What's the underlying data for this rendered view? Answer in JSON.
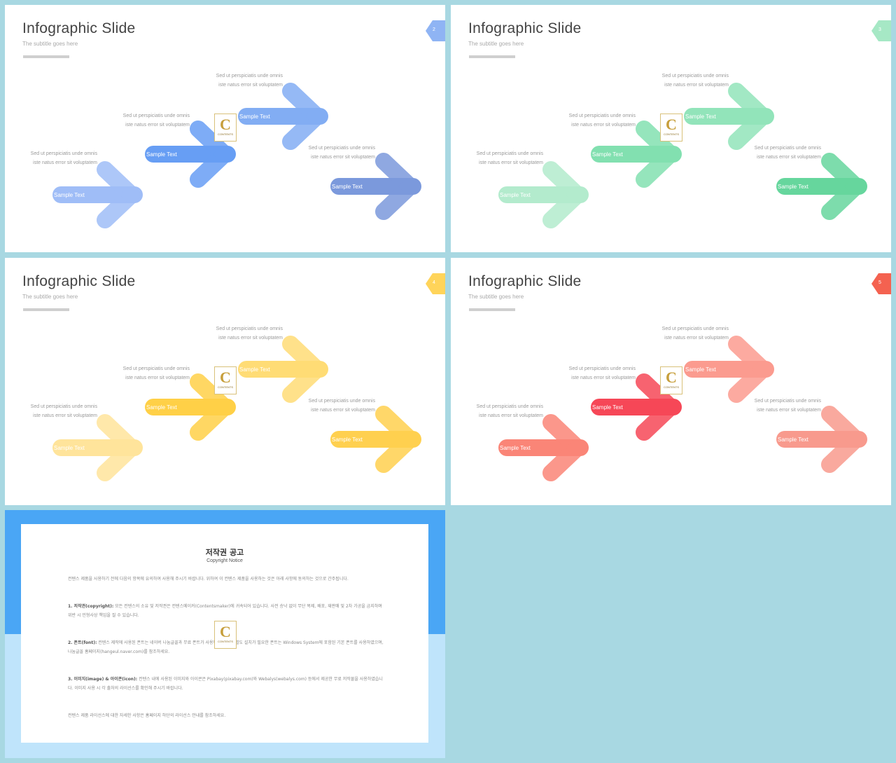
{
  "slides": [
    {
      "title": "Infographic Slide",
      "subtitle": "The subtitle goes here",
      "page": "2",
      "accent": "#4d8ef3",
      "tag_color": "#8fb4f4",
      "arrows": [
        {
          "label": "Sample  Text",
          "color": "#8fb2f6"
        },
        {
          "label": "Sample  Text",
          "color": "#4d8ef3"
        },
        {
          "label": "Sample  Text",
          "color": "#6d9ff1"
        },
        {
          "label": "Sample  Text",
          "color": "#6588d6"
        }
      ],
      "descs": [
        "Sed ut perspiciatis  unde omnis iste natus error sit voluptatem",
        "Sed ut perspiciatis  unde omnis iste natus error sit voluptatem",
        "Sed ut perspiciatis  unde omnis iste natus error sit voluptatem",
        "Sed ut perspiciatis  unde omnis iste natus error sit voluptatem"
      ]
    },
    {
      "title": "Infographic Slide",
      "subtitle": "The subtitle goes here",
      "page": "3",
      "accent": "#5fd49a",
      "tag_color": "#a6e8c5",
      "arrows": [
        {
          "label": "Sample  Text",
          "color": "#a6e8c5"
        },
        {
          "label": "Sample  Text",
          "color": "#6ddba3"
        },
        {
          "label": "Sample  Text",
          "color": "#7fe0ae"
        },
        {
          "label": "Sample  Text",
          "color": "#4ccf8c"
        }
      ],
      "descs": [
        "Sed ut perspiciatis  unde omnis iste natus error sit voluptatem",
        "Sed ut perspiciatis  unde omnis iste natus error sit voluptatem",
        "Sed ut perspiciatis  unde omnis iste natus error sit voluptatem",
        "Sed ut perspiciatis  unde omnis iste natus error sit voluptatem"
      ]
    },
    {
      "title": "Infographic Slide",
      "subtitle": "The subtitle goes here",
      "page": "4",
      "accent": "#ffc21a",
      "tag_color": "#ffd45a",
      "arrows": [
        {
          "label": "Sample  Text",
          "color": "#ffe08a"
        },
        {
          "label": "Sample  Text",
          "color": "#ffc828"
        },
        {
          "label": "Sample  Text",
          "color": "#ffd65e"
        },
        {
          "label": "Sample  Text",
          "color": "#ffc831"
        }
      ],
      "descs": [
        "Sed ut perspiciatis  unde omnis iste natus error sit voluptatem",
        "Sed ut perspiciatis  unde omnis iste natus error sit voluptatem",
        "Sed ut perspiciatis  unde omnis iste natus error sit voluptatem",
        "Sed ut perspiciatis  unde omnis iste natus error sit voluptatem"
      ]
    },
    {
      "title": "Infographic Slide",
      "subtitle": "The subtitle goes here",
      "page": "5",
      "accent": "#f53838",
      "tag_color": "#f46250",
      "arrows": [
        {
          "label": "Sample  Text",
          "color": "#fa7060"
        },
        {
          "label": "Sample  Text",
          "color": "#f5283a"
        },
        {
          "label": "Sample  Text",
          "color": "#fb8a7c"
        },
        {
          "label": "Sample  Text",
          "color": "#f7897a"
        }
      ],
      "descs": [
        "Sed ut perspiciatis  unde omnis iste natus error sit voluptatem",
        "Sed ut perspiciatis  unde omnis iste natus error sit voluptatem",
        "Sed ut perspiciatis  unde omnis iste natus error sit voluptatem",
        "Sed ut perspiciatis  unde omnis iste natus error sit voluptatem"
      ]
    }
  ],
  "logo": {
    "letter": "C",
    "text": "CONTENTS"
  },
  "copyright": {
    "title": "저작권 공고",
    "subtitle": "Copyright Notice",
    "intro": "컨텐스 제품을 사용하기 전에 다음의 항목에 유의하여 사용해 주시기 바랍니다. 위하여 이 컨텐스 제품을 사용하는 것은 아래 사항에 동의하는 것으로 간주됩니다.",
    "p1_head": "1. 저작권(copyright):",
    "p1_body": " 모든 컨텐스의 소유 및 저작권은 컨텐스메이커(Contentsmaker)에 귀속되어 있습니다. 사전 승낙 없이 무단 복제, 배포, 재판매 및 2차 가공을 금지하며 위반 시 민형사상 책임을 질 수 있습니다.",
    "p2_head": "2. 폰트(font):",
    "p2_body": " 컨텐스 제작에 사용된 폰트는 네이버 나눔글꼴과 무료 폰트가 사용되었습니다. 별도 설치가 필요한 폰트는 Windows System에 포함된 기본 폰트를 사용하였으며, 나눔글꼴 홈페이지(hangeul.naver.com)를 참조하세요.",
    "p3_head": "3. 이미지(image) & 아이콘(icon):",
    "p3_body": " 컨텐스 내에 사용된 이미지와 아이콘은 Pixabay(pixabay.com)와 Webalys(webalys.com) 등에서 제공한 무료 저작물을 사용하였습니다. 이미지 사용 시 각 출처의 라이선스를 확인해 주시기 바랍니다.",
    "outro": "컨텐스 제품 라이선스에 대한 자세한 사항은 홈페이지 하단의 라이선스 안내를 참조하세요."
  }
}
